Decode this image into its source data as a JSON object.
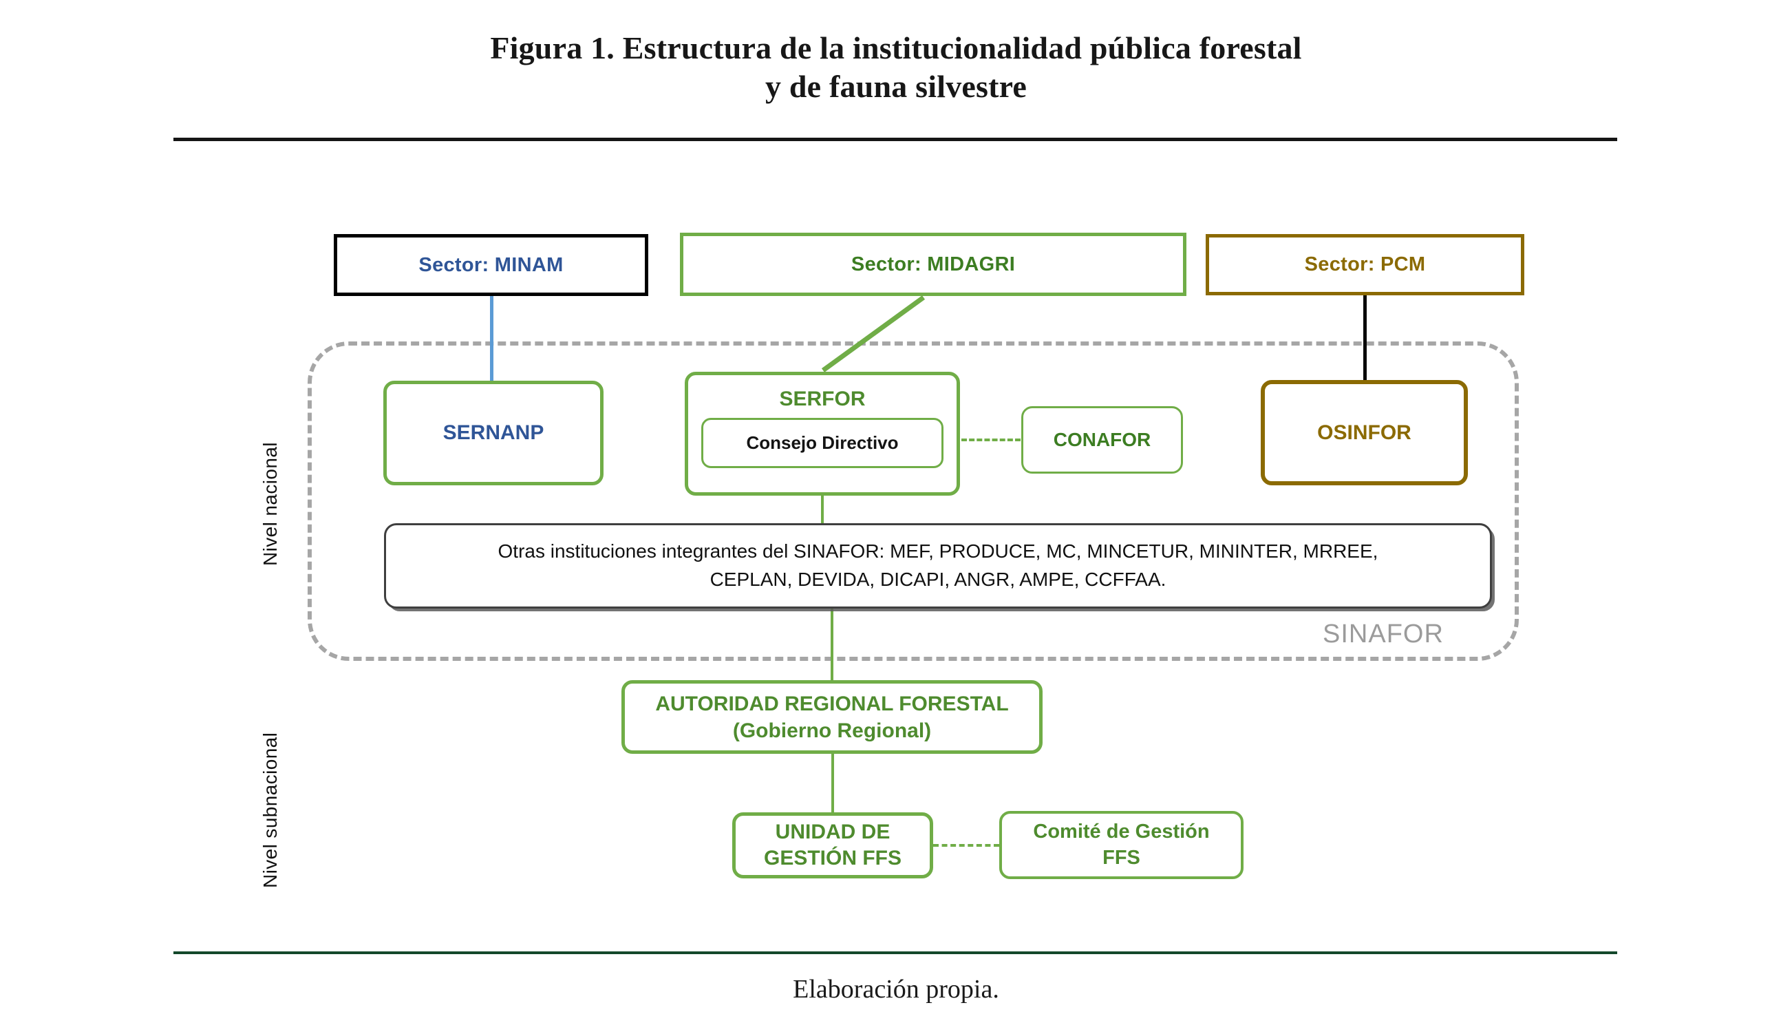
{
  "figure": {
    "title_line1": "Figura 1. Estructura de la institucionalidad pública forestal",
    "title_line2": "y de fauna silvestre",
    "source_note": "Elaboración propia."
  },
  "levels": {
    "national": "Nivel nacional",
    "subnational": "Nivel subnacional"
  },
  "sectors": [
    {
      "label": "Sector: MINAM",
      "border_color": "#000000",
      "text_color": "#2F5597"
    },
    {
      "label": "Sector: MIDAGRI",
      "border_color": "#70AD47",
      "text_color": "#3C7D22"
    },
    {
      "label": "Sector: PCM",
      "border_color": "#8B6A02",
      "text_color": "#8B6A02"
    }
  ],
  "container": {
    "label": "SINAFOR",
    "border_color": "#A6A6A6",
    "style": "dashed"
  },
  "nodes": {
    "sernanp": {
      "label": "SERNANP",
      "border_color": "#70AD47",
      "text_color": "#2F5597"
    },
    "serfor": {
      "label": "SERFOR",
      "border_color": "#70AD47",
      "text_color": "#4E8B2E"
    },
    "consejo_directivo": {
      "label": "Consejo  Directivo",
      "border_color": "#70AD47",
      "text_color": "#141414"
    },
    "conafor": {
      "label": "CONAFOR",
      "border_color": "#70AD47",
      "text_color": "#3C7D22"
    },
    "osinfor": {
      "label": "OSINFOR",
      "border_color": "#8B6A02",
      "text_color": "#8B6A02"
    },
    "otras_instituciones": {
      "line1": "Otras instituciones integrantes del SINAFOR: MEF, PRODUCE, MC, MINCETUR, MININTER, MRREE,",
      "line2": "CEPLAN, DEVIDA, DICAPI, ANGR, AMPE, CCFFAA.",
      "border_color": "#3F3F3F",
      "text_color": "#111111"
    },
    "autoridad_regional": {
      "line1": "AUTORIDAD REGIONAL FORESTAL",
      "line2": "(Gobierno Regional)",
      "border_color": "#70AD47",
      "text_color": "#4E8B2E"
    },
    "unidad_gestion": {
      "line1": "UNIDAD DE",
      "line2": "GESTIÓN FFS",
      "border_color": "#70AD47",
      "text_color": "#4E8B2E"
    },
    "comite_gestion": {
      "line1": "Comité de Gestión",
      "line2": "FFS",
      "border_color": "#70AD47",
      "text_color": "#4E8B2E"
    }
  },
  "connectors": [
    {
      "from": "Sector: MINAM",
      "to": "SERNANP",
      "style": "solid",
      "color": "#5B9BD5"
    },
    {
      "from": "Sector: MIDAGRI",
      "to": "SERFOR",
      "style": "solid-diagonal",
      "color": "#70AD47"
    },
    {
      "from": "Sector: PCM",
      "to": "OSINFOR",
      "style": "solid",
      "color": "#080808"
    },
    {
      "from": "SERFOR",
      "to": "CONAFOR",
      "style": "dashed",
      "color": "#70AD47"
    },
    {
      "from": "SERFOR",
      "to": "Otras instituciones",
      "style": "solid",
      "color": "#70AD47"
    },
    {
      "from": "Otras instituciones",
      "to": "AUTORIDAD REGIONAL FORESTAL",
      "style": "solid",
      "color": "#70AD47"
    },
    {
      "from": "AUTORIDAD REGIONAL FORESTAL",
      "to": "UNIDAD DE GESTIÓN FFS",
      "style": "solid",
      "color": "#70AD47"
    },
    {
      "from": "UNIDAD DE GESTIÓN FFS",
      "to": "Comité de Gestión FFS",
      "style": "dashed",
      "color": "#70AD47"
    }
  ]
}
